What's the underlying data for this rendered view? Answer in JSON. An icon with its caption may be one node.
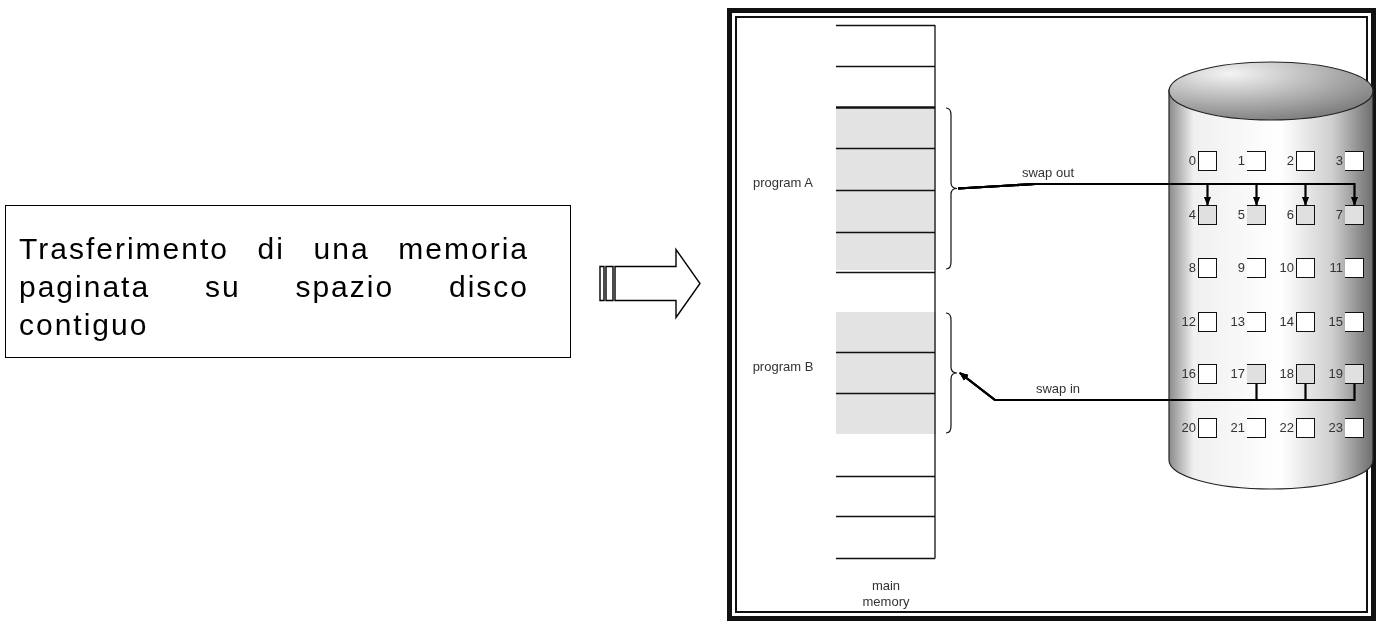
{
  "diagram": {
    "nodes": [
      {
        "text": [
          "Trasferimento di una memoria paginata su spazio disco contiguo"
        ]
      },
      {
        "text": [],
        "shape": "box"
      },
      {
        "text": [],
        "shape": "box",
        "in": 1,
        "beside": [
          "main memory"
        ]
      },
      {
        "text": [],
        "shape": "box",
        "in": 2,
        "beside": [
          "program A"
        ]
      },
      {
        "text": [],
        "shape": "box",
        "in": 2,
        "beside": [
          "program B"
        ]
      },
      {
        "text": [],
        "shape": "cylinder",
        "in": 1
      },
      {
        "text": [
          "0"
        ],
        "in": 5
      },
      {
        "text": [
          "1"
        ],
        "in": 5
      },
      {
        "text": [
          "2"
        ],
        "in": 5
      },
      {
        "text": [
          "3"
        ],
        "in": 5
      },
      {
        "text": [
          "4"
        ],
        "in": 5
      },
      {
        "text": [
          "5"
        ],
        "in": 5
      },
      {
        "text": [
          "6"
        ],
        "in": 5
      },
      {
        "text": [
          "7"
        ],
        "in": 5
      },
      {
        "text": [
          "8"
        ],
        "in": 5
      },
      {
        "text": [
          "9"
        ],
        "in": 5
      },
      {
        "text": [
          "10"
        ],
        "in": 5
      },
      {
        "text": [
          "11"
        ],
        "in": 5
      },
      {
        "text": [
          "12"
        ],
        "in": 5
      },
      {
        "text": [
          "13"
        ],
        "in": 5
      },
      {
        "text": [
          "14"
        ],
        "in": 5
      },
      {
        "text": [
          "15"
        ],
        "in": 5
      },
      {
        "text": [
          "16"
        ],
        "in": 5
      },
      {
        "text": [
          "17"
        ],
        "in": 5
      },
      {
        "text": [
          "18"
        ],
        "in": 5
      },
      {
        "text": [
          "19"
        ],
        "in": 5
      },
      {
        "text": [
          "20"
        ],
        "in": 5
      },
      {
        "text": [
          "21"
        ],
        "in": 5
      },
      {
        "text": [
          "22"
        ],
        "in": 5
      },
      {
        "text": [
          "23"
        ],
        "in": 5
      }
    ],
    "edges": [
      {
        "from": 0,
        "to": 1,
        "arrow": "to"
      },
      {
        "from": 3,
        "to": 10,
        "arrow": "to",
        "label": "swap out"
      },
      {
        "from": 3,
        "to": 11,
        "arrow": "to"
      },
      {
        "from": 3,
        "to": 12,
        "arrow": "to"
      },
      {
        "from": 3,
        "to": 13,
        "arrow": "to"
      },
      {
        "from": 23,
        "to": 4,
        "arrow": "to",
        "label": "swap in"
      },
      {
        "from": 24,
        "to": 4,
        "arrow": "to"
      },
      {
        "from": 25,
        "to": 4,
        "arrow": "to"
      }
    ]
  }
}
